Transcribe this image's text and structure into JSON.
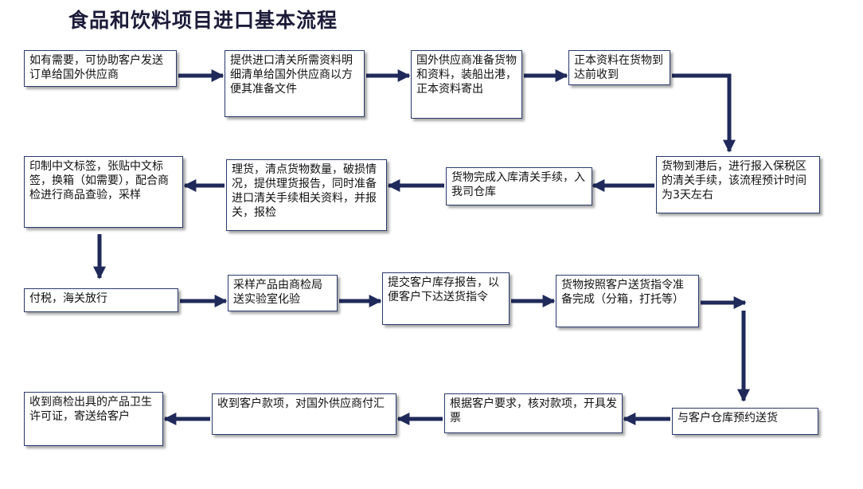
{
  "title": "食品和饮料项目进口基本流程",
  "steps": [
    "如有需要，可协助客户发送订单给国外供应商",
    "提供进口清关所需资料明细清单给国外供应商以方便其准备文件",
    "国外供应商准备货物和资料，装船出港，正本资料寄出",
    "正本资料在货物到达前收到",
    "货物到港后，进行报入保税区的清关手续，该流程预计时间为3天左右",
    "货物完成入库清关手续，入我司仓库",
    "理货，清点货物数量，破损情况，提供理货报告，同时准备进口清关手续相关资料，并报关，报检",
    "印制中文标签，张贴中文标签，换箱（如需要），配合商检进行商品查验，采样",
    "付税，海关放行",
    "采样产品由商检局送实验室化验",
    "提交客户库存报告，以便客户下达送货指令",
    "货物按照客户送货指令准备完成（分箱，打托等）",
    "与客户仓库预约送货",
    "根据客户要求，核对款项，开具发票",
    "收到客户款项，对国外供应商付汇",
    "收到商检出具的产品卫生许可证，寄送给客户"
  ],
  "colors": {
    "arrow": "#1f2a5a",
    "border": "#2a3a6c",
    "title": "#1c1c3a"
  }
}
